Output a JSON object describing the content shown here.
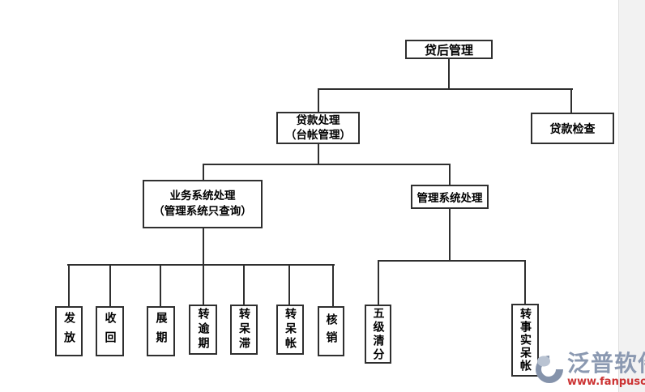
{
  "diagram": {
    "title_node": "贷后管理",
    "nodes": {
      "root": {
        "label": "贷后管理"
      },
      "loan_processing": {
        "line1": "贷款处理",
        "line2": "（台帐管理）"
      },
      "loan_check": {
        "label": "贷款检查"
      },
      "business_system": {
        "line1": "业务系统处理",
        "line2": "（管理系统只查询）"
      },
      "management_system": {
        "label": "管理系统处理"
      }
    },
    "leaves_left": [
      {
        "label": "发放"
      },
      {
        "label": "收回"
      },
      {
        "label": "展期"
      },
      {
        "label": "转逾期"
      },
      {
        "label": "转呆滞"
      },
      {
        "label": "转呆帐"
      },
      {
        "label": "核销"
      }
    ],
    "leaves_right": [
      {
        "label": "五级清分"
      },
      {
        "label": "转事实呆帐"
      }
    ],
    "line_color": "#2f2f2f"
  },
  "watermark": {
    "brand": "泛普软件",
    "url": "www.fanpusoft.com",
    "brand_color": "#8b99b1",
    "url_color": "#cc3333"
  }
}
